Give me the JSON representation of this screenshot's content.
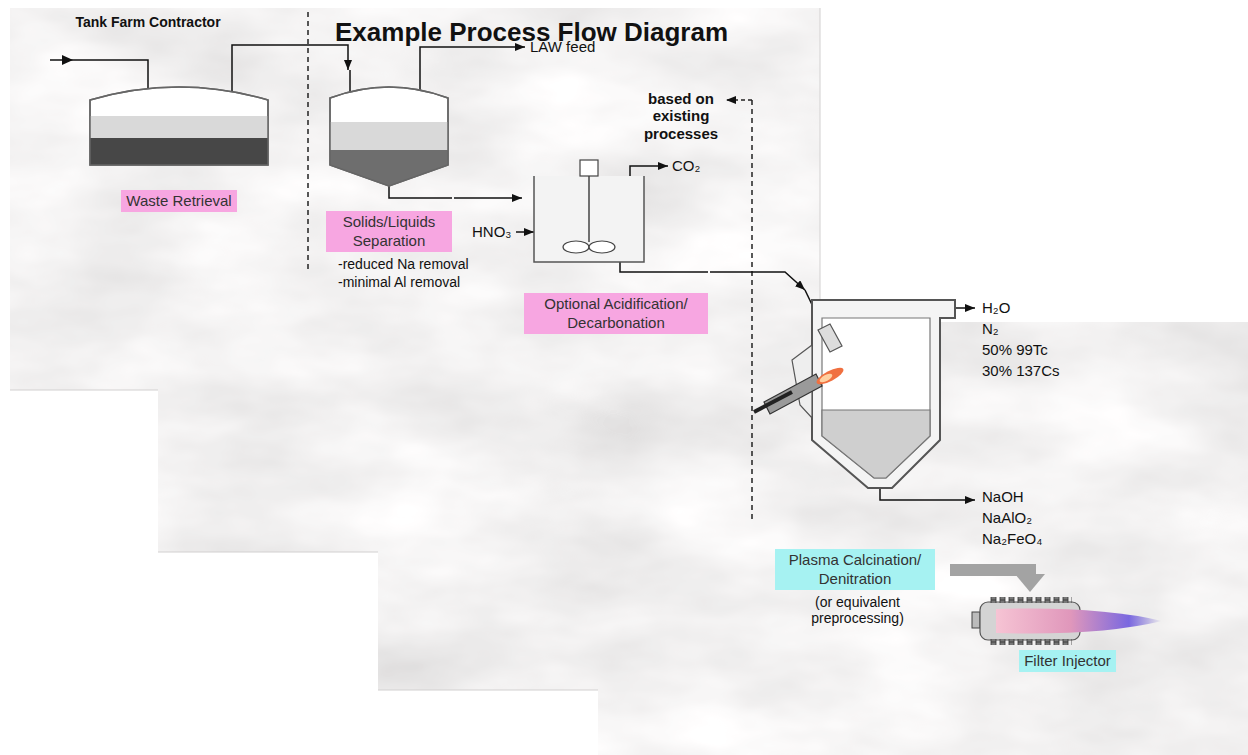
{
  "diagram": {
    "title": "Example Process Flow Diagram",
    "nodes": [
      {
        "text": [
          "Waste Retrieval"
        ]
      },
      {
        "text": [
          "Solids/Liquids Separation"
        ]
      },
      {
        "text": [
          "Optional Acidification/ Decarbonation"
        ]
      },
      {
        "text": [
          "Plasma Calcination/ Denitration"
        ]
      },
      {
        "text": [
          "Filter Injector"
        ]
      }
    ],
    "edges": [
      {
        "from": 0,
        "to": 1,
        "arrow": "to"
      },
      {
        "from": 1,
        "to": 2,
        "arrow": "to"
      },
      {
        "from": 2,
        "to": 3,
        "arrow": "to"
      },
      {
        "from": 3,
        "to": 4,
        "arrow": "to"
      }
    ],
    "labels": [
      "Tank Farm Contractor",
      "LAW feed",
      "based on existing processes",
      "CO₂",
      "HNO₃",
      "-reduced Na removal",
      "-minimal Al removal",
      "H₂O",
      "N₂",
      "50% 99Tc",
      "30% 137Cs",
      "NaOH",
      "NaAlO₂",
      "Na₂FeO₄",
      "(or equivalent preprocessing)"
    ]
  }
}
